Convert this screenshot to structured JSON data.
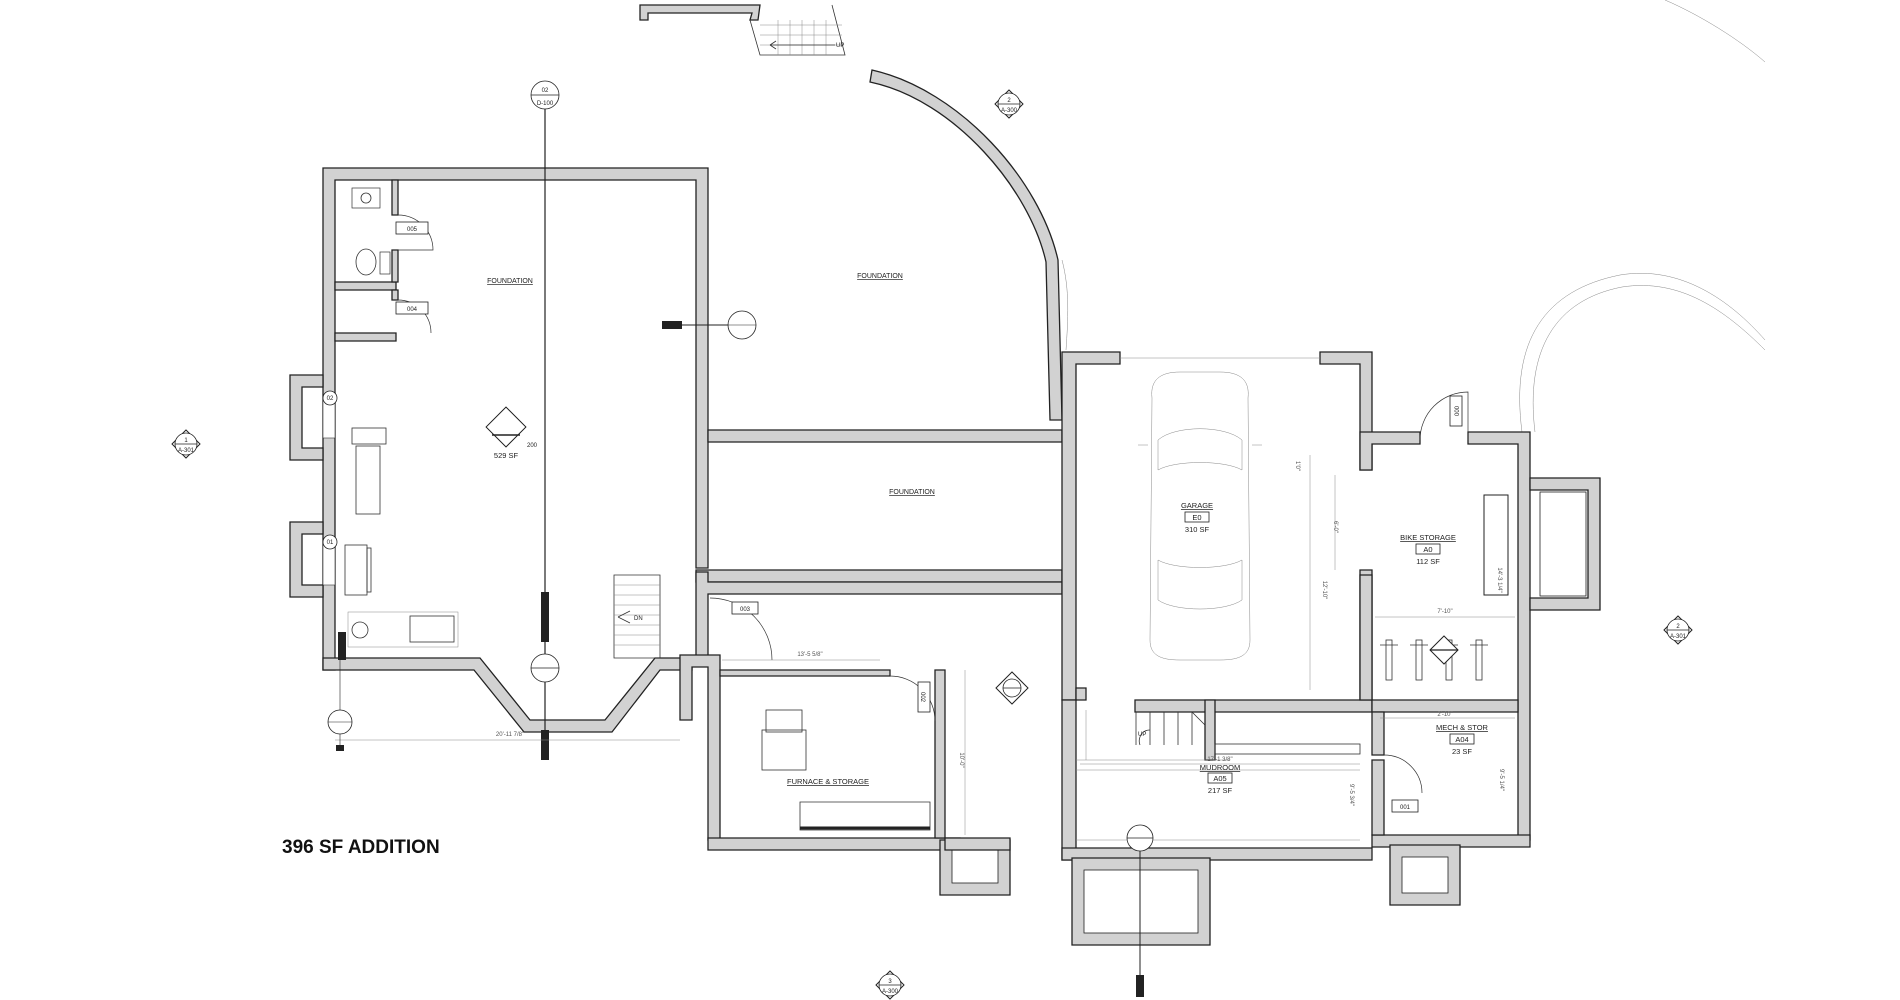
{
  "title": "396 SF ADDITION",
  "rooms": {
    "gym": {
      "tag": "200",
      "area": "529 SF"
    },
    "garage": {
      "name": "GARAGE",
      "tag": "E0",
      "area": "310 SF"
    },
    "bike": {
      "name": "BIKE STORAGE",
      "tag": "A0",
      "area": "112 SF"
    },
    "mech": {
      "name": "MECH & STOR",
      "tag": "A04",
      "area": "23 SF"
    },
    "mudroom": {
      "name": "MUDROOM",
      "tag": "A05",
      "area": "217 SF"
    },
    "furnace": {
      "name": "FURNACE & STORAGE"
    }
  },
  "foundation_label": "FOUNDATION",
  "doors": {
    "d005": "005",
    "d004": "004",
    "d003": "003",
    "d002": "002",
    "d001": "001",
    "d000": "000"
  },
  "windows": {
    "w2": "02",
    "w1": "01"
  },
  "stairs": {
    "up": "UP",
    "dn": "DN"
  },
  "markers": {
    "sec_top": {
      "num": "02",
      "sheet": "D-100"
    },
    "elev_1": {
      "num": "1",
      "sheet": "A-301"
    },
    "elev_2_right": {
      "num": "2",
      "sheet": "A-301"
    },
    "elev_2_top": {
      "num": "2",
      "sheet": "A-300"
    },
    "elev_3": {
      "num": "3",
      "sheet": "A-300"
    }
  },
  "dims": {
    "d1": "20'-11 7/8\"",
    "d2": "13'-5 5/8\"",
    "d3": "10'-0\"",
    "d4": "17'-1 3/8\"",
    "d5": "9'-5 3/4\"",
    "d6": "12'-10\"",
    "d7": "6'-0\"",
    "d8": "1'0\"",
    "d9": "7'-10\"",
    "d10": "14'-3 1/4\"",
    "d11": "2'-10\"",
    "d12": "9'-5 1/4\""
  }
}
